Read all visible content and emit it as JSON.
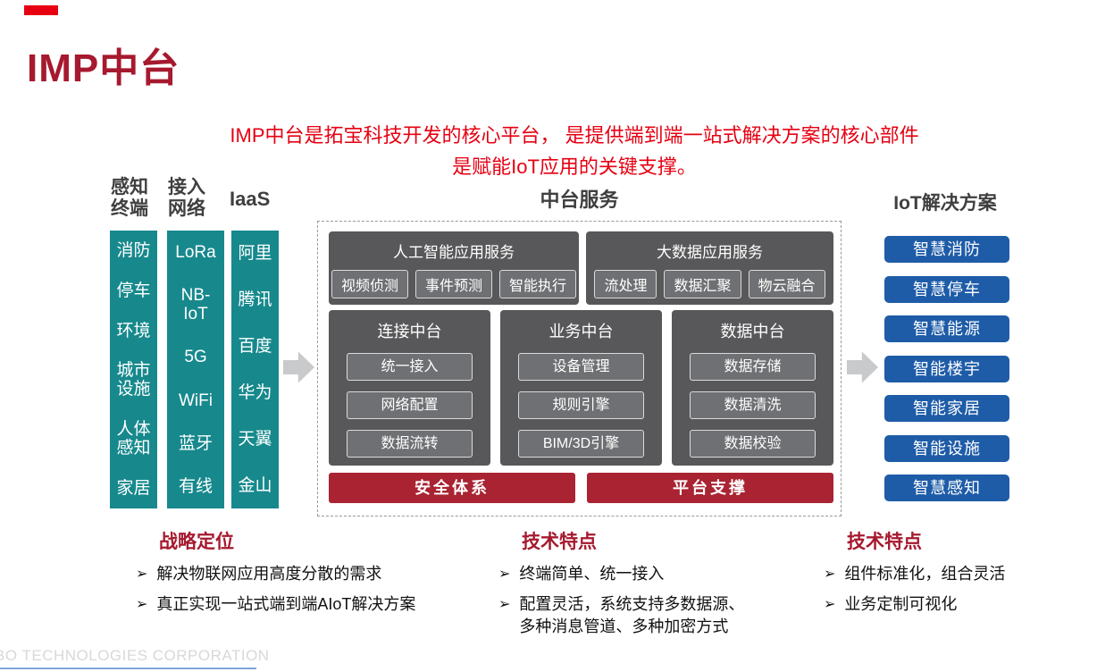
{
  "slide": {
    "title": "IMP中台",
    "subtitle_line1": "IMP中台是拓宝科技开发的核心平台， 是提供端到端一站式解决方案的核心部件",
    "subtitle_line2": "是赋能IoT应用的关键支撑。",
    "watermark": "BO TECHNOLOGIES CORPORATION"
  },
  "glyphs": {
    "bullet": "➢"
  },
  "left_columns": [
    {
      "header": "感知\n终端",
      "items": [
        "消防",
        "停车",
        "环境",
        "城市设施",
        "人体感知",
        "家居"
      ]
    },
    {
      "header": "接入\n网络",
      "items": [
        "LoRa",
        "NB-\nIoT",
        "5G",
        "WiFi",
        "蓝牙",
        "有线"
      ]
    },
    {
      "header": "IaaS",
      "items": [
        "阿里",
        "腾讯",
        "百度",
        "华为",
        "天翼",
        "金山"
      ]
    }
  ],
  "platform": {
    "header": "中台服务",
    "app_service_boxes": [
      {
        "title": "人工智能应用服务",
        "items": [
          "视频侦测",
          "事件预测",
          "智能执行"
        ]
      },
      {
        "title": "大数据应用服务",
        "items": [
          "流处理",
          "数据汇聚",
          "物云融合"
        ]
      }
    ],
    "middle_boxes": [
      {
        "title": "连接中台",
        "items": [
          "统一接入",
          "网络配置",
          "数据流转"
        ]
      },
      {
        "title": "业务中台",
        "items": [
          "设备管理",
          "规则引擎",
          "BIM/3D引擎"
        ]
      },
      {
        "title": "数据中台",
        "items": [
          "数据存储",
          "数据清洗",
          "数据校验"
        ]
      }
    ],
    "foundation_bars": [
      "安全体系",
      "平台支撑"
    ]
  },
  "solutions": {
    "header": "IoT解决方案",
    "items": [
      "智慧消防",
      "智慧停车",
      "智慧能源",
      "智能楼宇",
      "智能家居",
      "智能设施",
      "智慧感知"
    ]
  },
  "footer_sections": [
    {
      "heading": "战略定位",
      "bullets": [
        "解决物联网应用高度分散的需求",
        "真正实现一站式端到端AIoT解决方案"
      ]
    },
    {
      "heading": "技术特点",
      "bullets": [
        "终端简单、统一接入",
        "配置灵活，系统支持多数据源、\n多种消息管道、多种加密方式"
      ]
    },
    {
      "heading": "技术特点",
      "bullets": [
        "组件标准化，组合灵活",
        "业务定制可视化"
      ]
    }
  ],
  "colors": {
    "title_red": "#A6192E",
    "subtitle_red": "#E60012",
    "teal": "#17898D",
    "dark_gray_box": "#58585A",
    "inner_button_gray": "#6F7073",
    "foundation_red": "#A92332",
    "solution_blue": "#1E5CA8",
    "arrow_gray": "#C9CACB"
  }
}
